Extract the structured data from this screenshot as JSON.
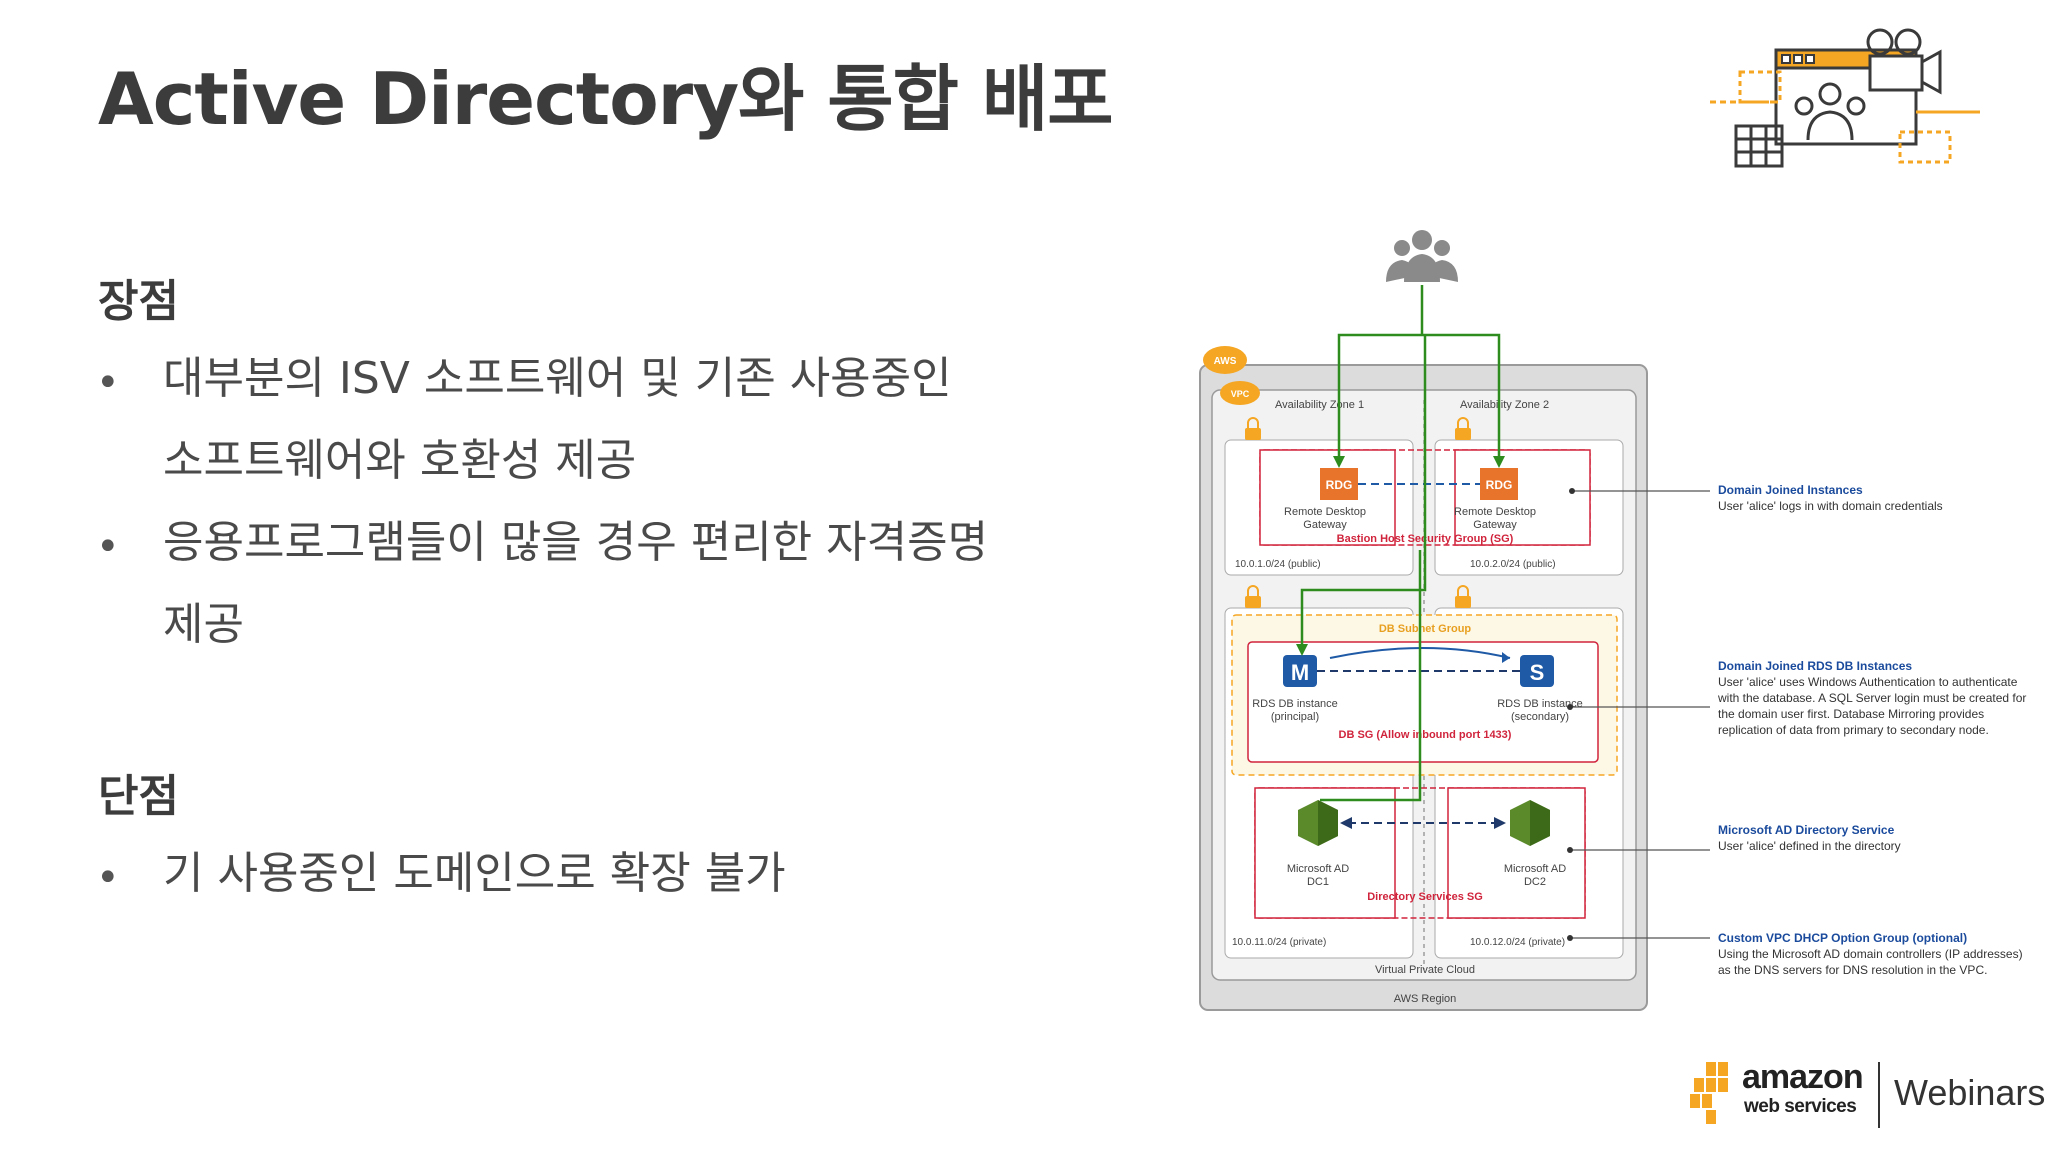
{
  "slide": {
    "title": "Active Directory와 통합 배포",
    "pros_heading": "장점",
    "pros": [
      {
        "line1": "대부분의 ISV 소프트웨어 및 기존 사용중인",
        "line2": "소프트웨어와 호환성 제공"
      },
      {
        "line1": "응용프로그램들이 많을 경우 편리한 자격증명",
        "line2": "제공"
      }
    ],
    "cons_heading": "단점",
    "cons": [
      {
        "line1": "기 사용중인 도메인으로 확장 불가"
      }
    ],
    "bullet_symbol": "•"
  },
  "diagram": {
    "aws_badge": "AWS",
    "vpc_badge": "VPC",
    "az1": "Availability Zone 1",
    "az2": "Availability Zone 2",
    "rdg": "RDG",
    "rdg1_label_1": "Remote Desktop",
    "rdg1_label_2": "Gateway",
    "rdg2_label_1": "Remote Desktop",
    "rdg2_label_2": "Gateway",
    "bastion_sg": "Bastion Host Security Group (SG)",
    "subnet_pub1": "10.0.1.0/24 (public)",
    "subnet_pub2": "10.0.2.0/24 (public)",
    "db_subnet_group": "DB Subnet Group",
    "rds_m": "M",
    "rds_s": "S",
    "rds1_label_1": "RDS DB instance",
    "rds1_label_2": "(principal)",
    "rds2_label_1": "RDS DB instance",
    "rds2_label_2": "(secondary)",
    "db_sg": "DB SG (Allow inbound port 1433)",
    "ad1_label_1": "Microsoft AD",
    "ad1_label_2": "DC1",
    "ad2_label_1": "Microsoft AD",
    "ad2_label_2": "DC2",
    "dir_sg": "Directory Services SG",
    "subnet_priv1": "10.0.11.0/24 (private)",
    "subnet_priv2": "10.0.12.0/24 (private)",
    "vpc_label": "Virtual Private Cloud",
    "region_label": "AWS Region"
  },
  "annotations": [
    {
      "heading": "Domain Joined Instances",
      "body": "User 'alice' logs in with domain credentials"
    },
    {
      "heading": "Domain Joined RDS DB Instances",
      "body": "User 'alice' uses Windows Authentication to authenticate with the database. A SQL Server login must be created for the domain user first. Database Mirroring provides replication of data from primary to secondary node."
    },
    {
      "heading": "Microsoft AD Directory Service",
      "body": "User 'alice' defined in the directory"
    },
    {
      "heading": "Custom VPC DHCP Option Group (optional)",
      "body": "Using the Microsoft AD domain controllers (IP addresses) as the DNS servers for DNS resolution in the VPC."
    }
  ],
  "branding": {
    "amazon": "amazon",
    "webservices": "web services",
    "webinars": "Webinars"
  },
  "colors": {
    "accent_orange": "#f5a623",
    "rdg_orange": "#e8732a",
    "sg_red": "#d0243c",
    "rds_blue": "#1f5aa6",
    "ad_green": "#5a8a2a",
    "flow_green": "#2e8b1e",
    "annotation_blue": "#1a4a9c"
  }
}
